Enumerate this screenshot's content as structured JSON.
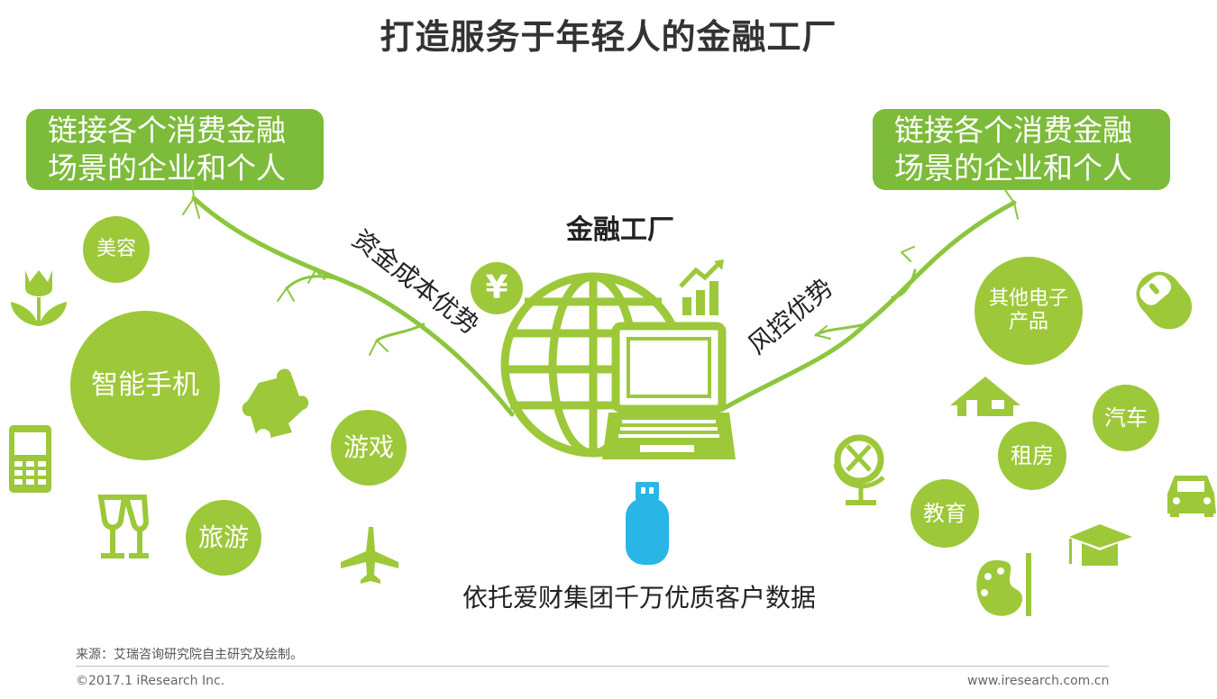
{
  "title": "打造服务于年轻人的金融工厂",
  "banners": {
    "left": [
      "链接各个消费金融",
      "场景的企业和个人"
    ],
    "right": [
      "链接各个消费金融",
      "场景的企业和个人"
    ]
  },
  "center": {
    "label": "金融工厂",
    "left_advantage": "资金成本优势",
    "right_advantage": "风控优势",
    "yen_symbol": "¥",
    "data_caption": "依托爱财集团千万优质客户数据"
  },
  "left_scenes": {
    "beauty": "美容",
    "smartphone": "智能手机",
    "games": "游戏",
    "travel": "旅游"
  },
  "right_scenes": {
    "electronics": [
      "其他电子",
      "产品"
    ],
    "car": "汽车",
    "rent": "租房",
    "education": "教育"
  },
  "icons": [
    "tulip-icon",
    "mobile-phone-icon",
    "wine-glasses-icon",
    "puzzle-icon",
    "airplane-icon",
    "globe-icon",
    "laptop-icon",
    "growth-chart-icon",
    "usb-drive-icon",
    "mouse-icon",
    "house-icon",
    "desk-globe-icon",
    "car-icon",
    "graduation-cap-icon",
    "paint-palette-icon"
  ],
  "colors": {
    "green": "#9dc83a",
    "banner_green": "#7dbb3a",
    "usb_blue": "#29b6e6"
  },
  "source": "来源：艾瑞咨询研究院自主研究及绘制。",
  "footer": {
    "copyright": "©2017.1 iResearch Inc.",
    "website": "www.iresearch.com.cn"
  }
}
